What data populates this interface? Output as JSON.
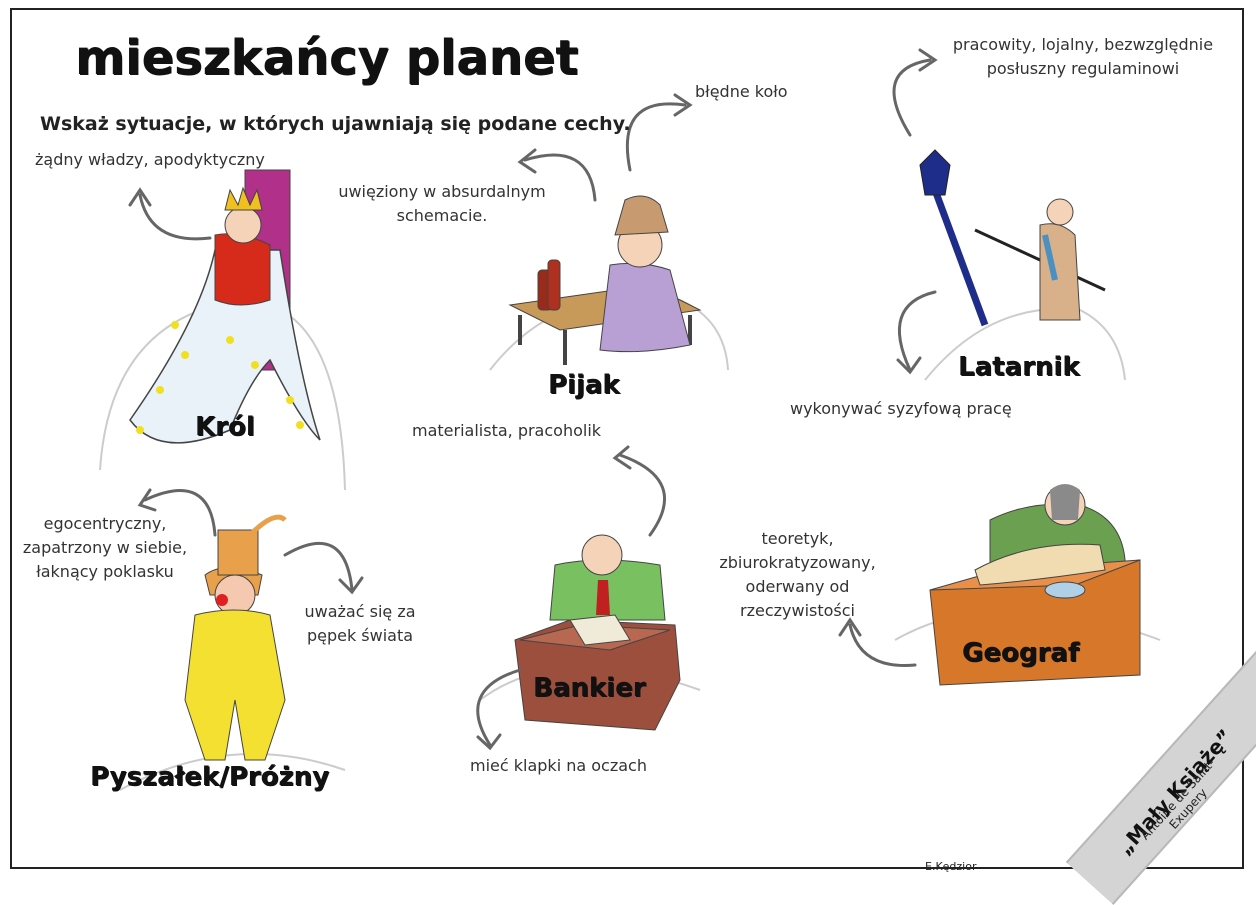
{
  "title": "mieszkańcy planet",
  "subtitle": "Wskaż sytuacje, w których ujawniają się podane cechy.",
  "characters": {
    "krol": {
      "name": "Król",
      "trait": "żądny władzy, apodyktyczny"
    },
    "pijak": {
      "name": "Pijak",
      "trait1": "uwięziony w absurdalnym",
      "trait2": "schemacie.",
      "trait_b": "błędne koło"
    },
    "latarnik": {
      "name": "Latarnik",
      "trait1": "pracowity, lojalny, bezwzględnie",
      "trait2": "posłuszny regulaminowi",
      "trait_b": "wykonywać syzyfową pracę"
    },
    "prozny": {
      "name": "Pyszałek/Próżny",
      "trait1": "egocentryczny,",
      "trait2": "zapatrzony w siebie,",
      "trait3": "łaknący poklasku",
      "trait_b1": "uważać się za",
      "trait_b2": "pępek świata"
    },
    "bankier": {
      "name": "Bankier",
      "trait": "materialista, pracoholik",
      "trait_b": "mieć klapki na oczach"
    },
    "geograf": {
      "name": "Geograf",
      "trait1": "teoretyk,",
      "trait2": "zbiurokratyzowany,",
      "trait3": "oderwany od",
      "trait4": "rzeczywistości"
    }
  },
  "ribbon": {
    "title": "„Mały Książę”",
    "author1": "Antoine de Saint-",
    "author2": "Exupery"
  },
  "signature": "E.Kędzior",
  "colors": {
    "arrow": "#666666",
    "king_robe": "#e8f2f8",
    "king_throne": "#b0308a",
    "lamp_post": "#1e2d8a",
    "table": "#c89a5a",
    "bankier_desk": "#9c4f3c",
    "geograf_desk": "#d6772a",
    "prozny_suit": "#f4e030"
  }
}
